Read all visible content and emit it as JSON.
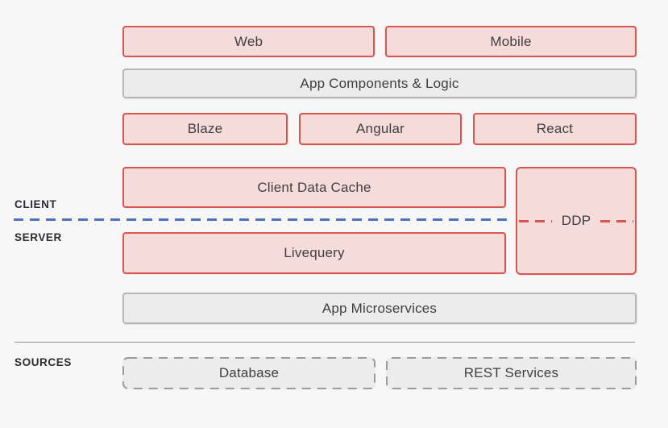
{
  "labels": {
    "client": "CLIENT",
    "server": "SERVER",
    "sources": "SOURCES"
  },
  "boxes": {
    "web": "Web",
    "mobile": "Mobile",
    "app_components": "App Components & Logic",
    "blaze": "Blaze",
    "angular": "Angular",
    "react": "React",
    "client_data_cache": "Client Data Cache",
    "ddp": "DDP",
    "livequery": "Livequery",
    "app_microservices": "App Microservices",
    "database": "Database",
    "rest_services": "REST Services"
  },
  "colors": {
    "background": "#f7f7f8",
    "pink_fill": "#f5dbda",
    "red_border": "#dc544e",
    "gray_fill": "#ececec",
    "gray_border": "#b6b6b6",
    "dashed_gray_border": "#9b9b9b",
    "blue_divider": "#4a72c2",
    "text": "#3f3f42",
    "label_text": "#2d2d32"
  }
}
